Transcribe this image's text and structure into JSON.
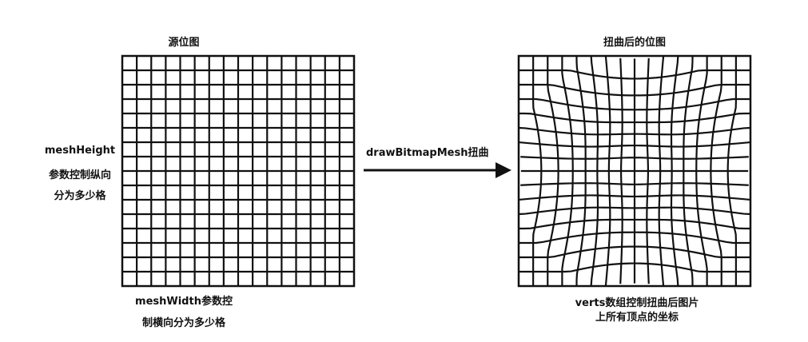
{
  "source": {
    "title": "源位图",
    "rows": 16,
    "cols": 16
  },
  "target": {
    "title": "扭曲后的位图",
    "rows": 16,
    "cols": 16
  },
  "annotations": {
    "mesh_height": [
      "meshHeight",
      "参数控制纵向",
      "分为多少格"
    ],
    "mesh_width": [
      "meshWidth参数控",
      "制横向分为多少格"
    ],
    "verts": [
      "verts数组控制扭曲后图片",
      "上所有顶点的坐标"
    ],
    "arrow_label": "drawBitmapMesh扭曲"
  },
  "colors": {
    "line": "#111111",
    "background": "#ffffff"
  }
}
